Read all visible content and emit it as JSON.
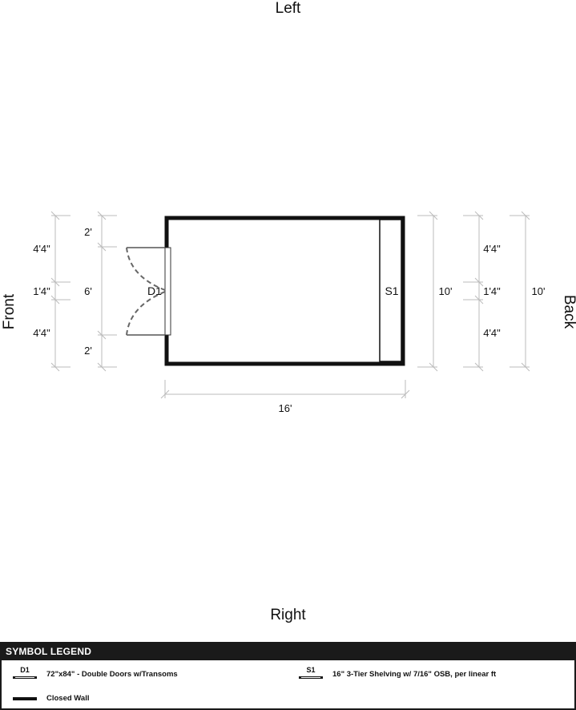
{
  "sides": {
    "left": "Left",
    "right": "Right",
    "front": "Front",
    "back": "Back"
  },
  "tags": {
    "door": "D1",
    "shelf": "S1"
  },
  "dimensions": {
    "front_outer": [
      "4'4\"",
      "1'4\"",
      "4'4\""
    ],
    "front_inner": [
      "2'",
      "6'",
      "2'"
    ],
    "width_total": "16'",
    "back_inner_total": "10'",
    "back_segments": [
      "4'4\"",
      "1'4\"",
      "4'4\""
    ],
    "back_outer_total": "10'"
  },
  "legend": {
    "title": "SYMBOL LEGEND",
    "items": [
      {
        "code": "D1",
        "text": "72\"x84\" - Double Doors w/Transoms"
      },
      {
        "code": "",
        "text": "Closed Wall"
      },
      {
        "code": "S1",
        "text": "16\" 3-Tier Shelving w/ 7/16\" OSB, per linear ft"
      }
    ]
  }
}
